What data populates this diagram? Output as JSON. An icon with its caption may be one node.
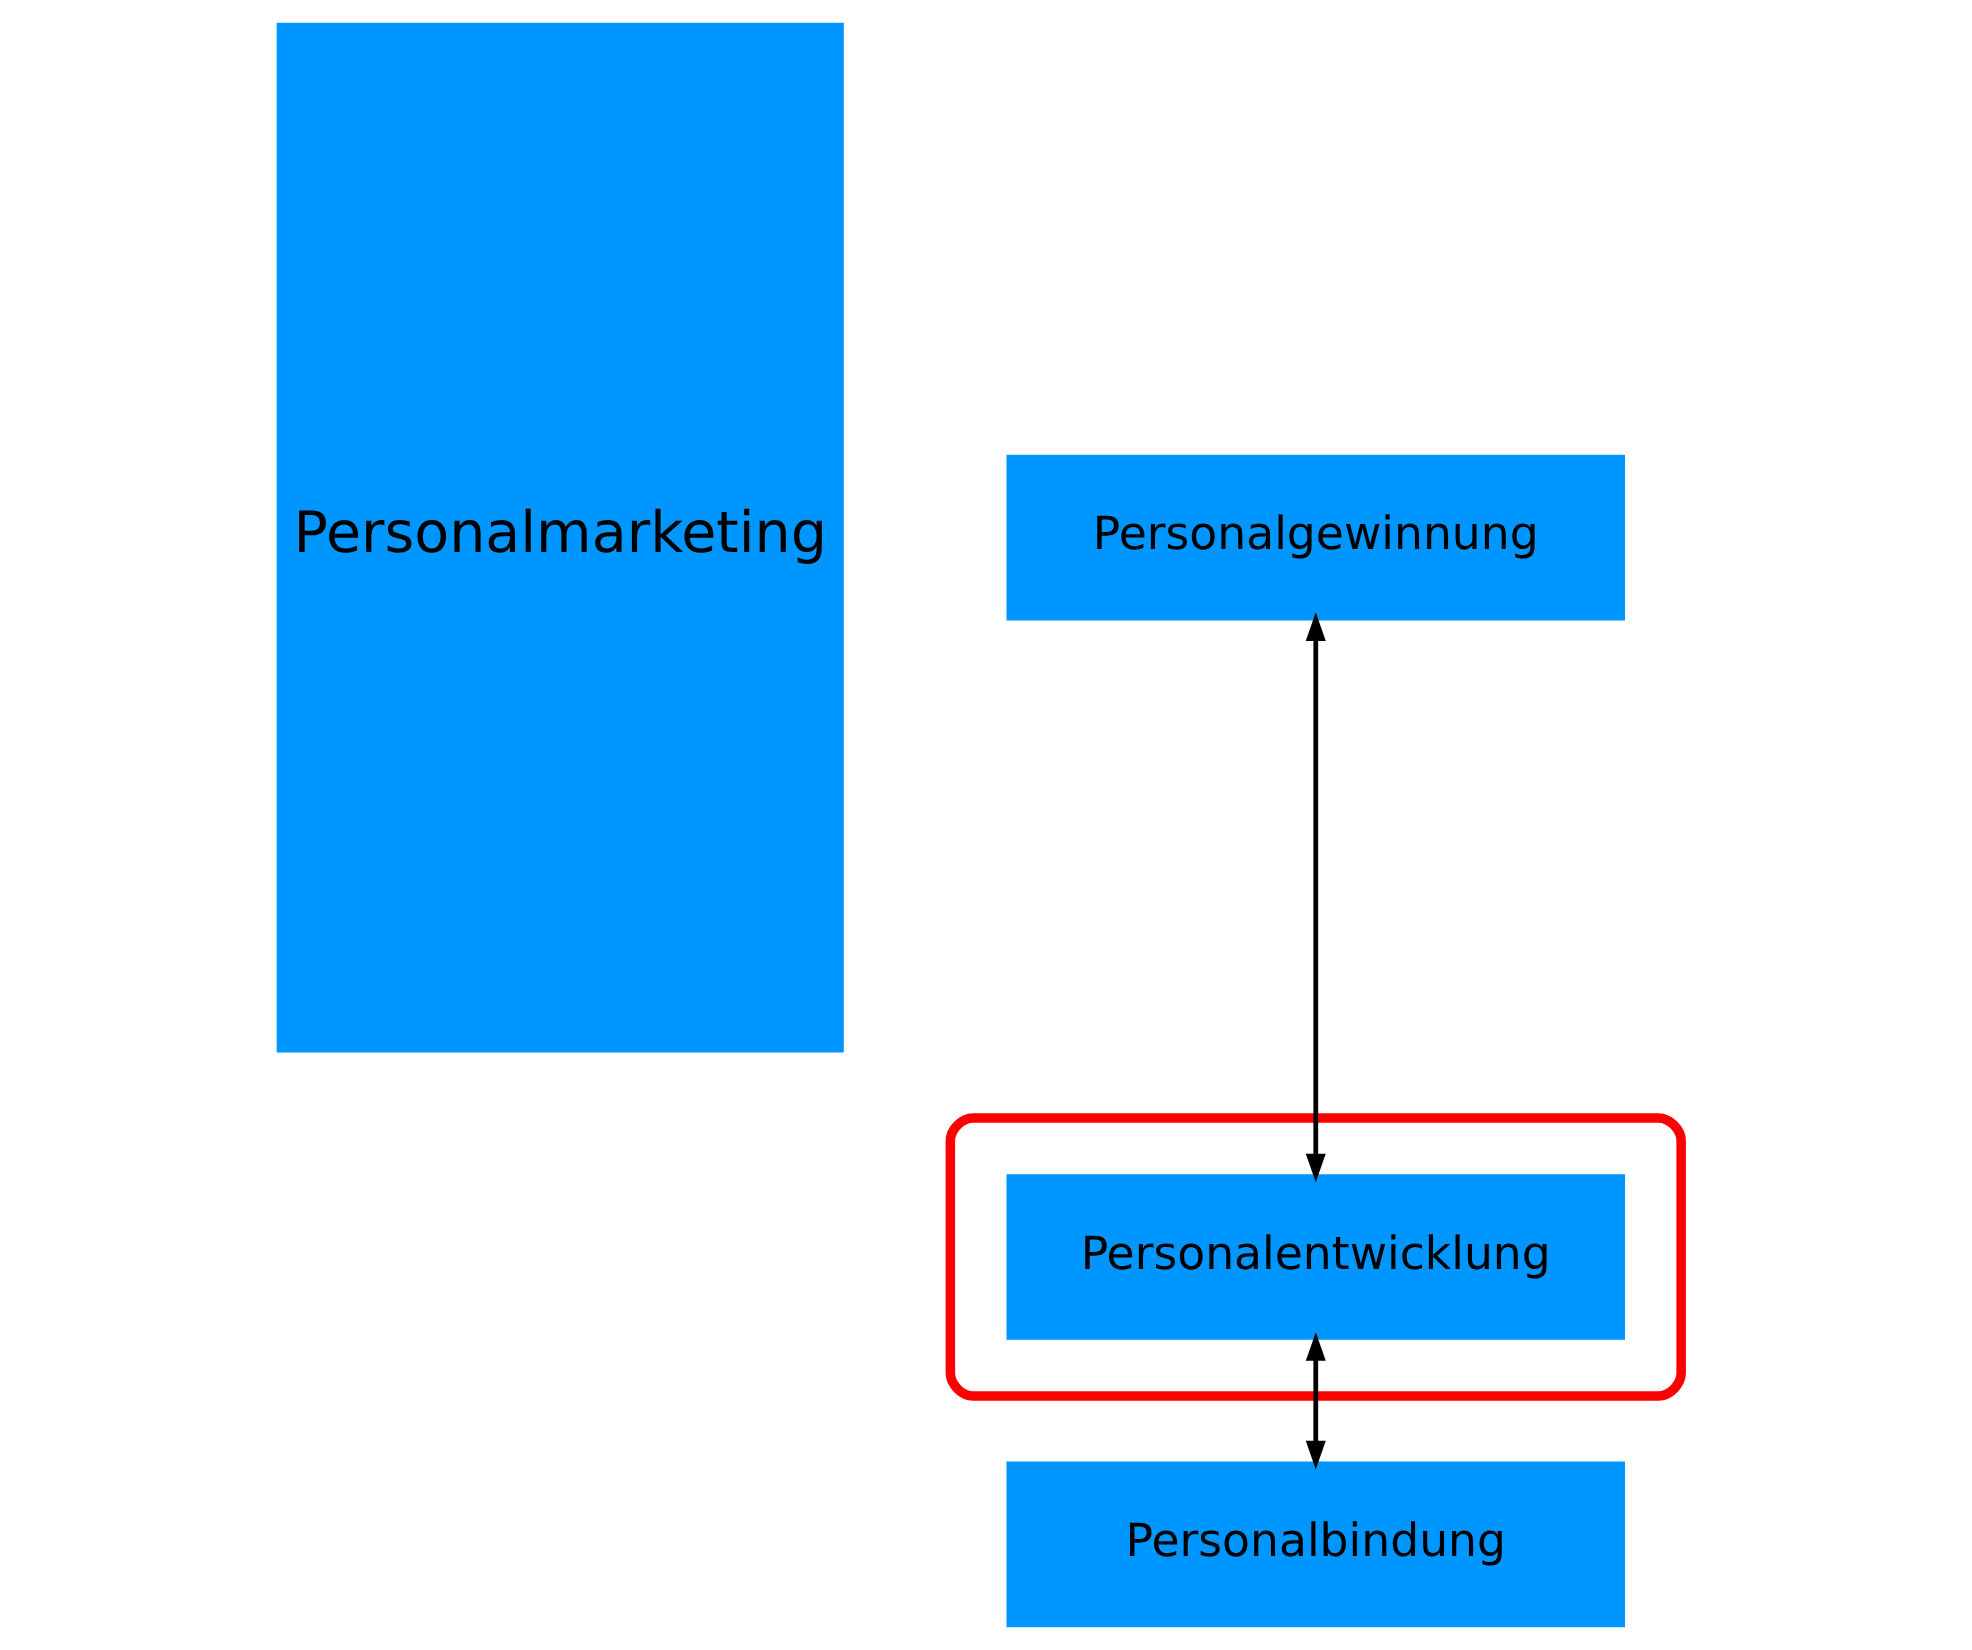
{
  "diagram": {
    "nodes": [
      {
        "text": [
          "Personalmarketing"
        ]
      },
      {
        "text": [
          "Personalgewinnung"
        ]
      },
      {
        "text": [],
        "shape": "ellipse"
      },
      {
        "text": [
          "Personalentwicklung"
        ],
        "in": 2
      },
      {
        "text": [
          "Personalbindung"
        ]
      }
    ],
    "edges": [
      {
        "from": 1,
        "to": 3,
        "arrow": "both"
      },
      {
        "from": 3,
        "to": 4,
        "arrow": "both"
      }
    ]
  }
}
